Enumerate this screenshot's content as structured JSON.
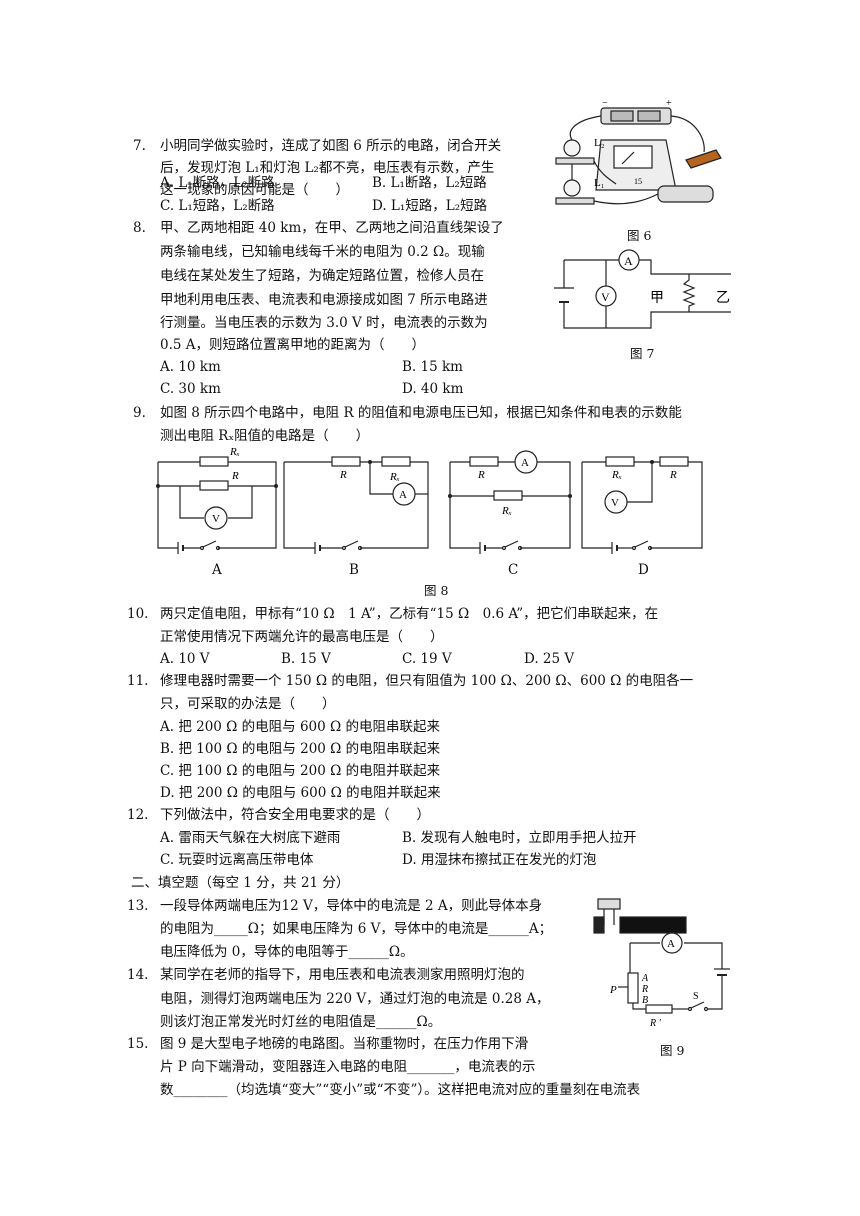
{
  "q7": {
    "num": "7.",
    "lines": [
      "小明同学做实验时，连成了如图 6 所示的电路，闭合开关",
      "后，发现灯泡 L₁和灯泡 L₂都不亮，电压表有示数，产生",
      "这一现象的原因可能是（　　）"
    ],
    "options": [
      "A. L₁断路，L₂断路",
      "B. L₁断路，L₂短路",
      "C. L₁短路，L₂断路",
      "D. L₁短路，L₂短路"
    ]
  },
  "q8": {
    "num": "8.",
    "lines": [
      "甲、乙两地相距 40 km，在甲、乙两地之间沿直线架设了",
      "两条输电线，已知输电线每千米的电阻为 0.2 Ω。现输",
      "电线在某处发生了短路，为确定短路位置，检修人员在",
      "甲地利用电压表、电流表和电源接成如图 7 所示电路进",
      "行测量。当电压表的示数为 3.0 V 时，电流表的示数为",
      "0.5 A，则短路位置离甲地的距离为（　　）"
    ],
    "options": [
      "A. 10 km",
      "B. 15 km",
      "C. 30 km",
      "D. 40 km"
    ]
  },
  "q9": {
    "num": "9.",
    "lines": [
      "如图 8 所示四个电路中，电阻 R 的阻值和电源电压已知，根据已知条件和电表的示数能",
      "测出电阻 Rₓ阻值的电路是（　　）"
    ]
  },
  "q10": {
    "num": "10.",
    "lines": [
      "两只定值电阻，甲标有“10 Ω　1 A”，乙标有“15 Ω　0.6 A”，把它们串联起来，在",
      "正常使用情况下两端允许的最高电压是（　　）"
    ],
    "options": [
      "A. 10 V",
      "B. 15 V",
      "C. 19 V",
      "D. 25 V"
    ]
  },
  "q11": {
    "num": "11.",
    "lines": [
      "修理电器时需要一个 150 Ω 的电阻，但只有阻值为 100 Ω、200 Ω、600 Ω 的电阻各一",
      "只，可采取的办法是（　　）"
    ],
    "options": [
      "A. 把 200 Ω 的电阻与 600 Ω 的电阻串联起来",
      "B. 把 100 Ω 的电阻与 200 Ω 的电阻串联起来",
      "C. 把 100 Ω 的电阻与 200 Ω 的电阻并联起来",
      "D. 把 200 Ω 的电阻与 600 Ω 的电阻并联起来"
    ]
  },
  "q12": {
    "num": "12.",
    "line": "下列做法中，符合安全用电要求的是（　　）",
    "options": [
      "A. 雷雨天气躲在大树底下避雨",
      "B. 发现有人触电时，立即用手把人拉开",
      "C. 玩耍时远离高压带电体",
      "D. 用湿抹布擦拭正在发光的灯泡"
    ]
  },
  "section2": "二、填空题（每空 1 分，共 21 分）",
  "q13": {
    "num": "13.",
    "lines": [
      "一段导体两端电压为12 V，导体中的电流是 2 A，则此导体本身",
      "的电阻为_____Ω；如果电压降为 6 V，导体中的电流是______A；",
      "电压降低为 0，导体的电阻等于______Ω。"
    ]
  },
  "q14": {
    "num": "14.",
    "lines": [
      "某同学在老师的指导下，用电压表和电流表测家用照明灯泡的",
      "电阻，测得灯泡两端电压为 220 V，通过灯泡的电流是 0.28 A，",
      "则该灯泡正常发光时灯丝的电阻值是______Ω。"
    ]
  },
  "q15": {
    "num": "15.",
    "lines": [
      "图 9 是大型电子地磅的电路图。当称重物时，在压力作用下滑",
      "片 P 向下端滑动，变阻器连入电路的电阻_______，电流表的示",
      "数________（均选填“变大”“变小”或“不变”）。这样把电流对应的重量刻在电流表"
    ]
  },
  "figures": {
    "fig6": "图 6",
    "fig7": "图 7",
    "fig8": "图 8",
    "fig9": "图 9",
    "fig7_labels": {
      "ammeter": "A",
      "voltmeter": "V",
      "jia": "甲",
      "yi": "乙"
    },
    "fig6_labels": {
      "l1": "L₁",
      "l2": "L₂",
      "minus": "−",
      "plus": "+",
      "scale": "15"
    },
    "fig8_options": [
      "A",
      "B",
      "C",
      "D"
    ],
    "fig8_labels": {
      "rx": "Rₓ",
      "r": "R",
      "ammeter": "A",
      "voltmeter": "V"
    },
    "fig9_labels": {
      "ammeter": "A",
      "a": "A",
      "r": "R",
      "b": "B",
      "p": "P",
      "rprime": "R ′",
      "s": "S"
    }
  }
}
